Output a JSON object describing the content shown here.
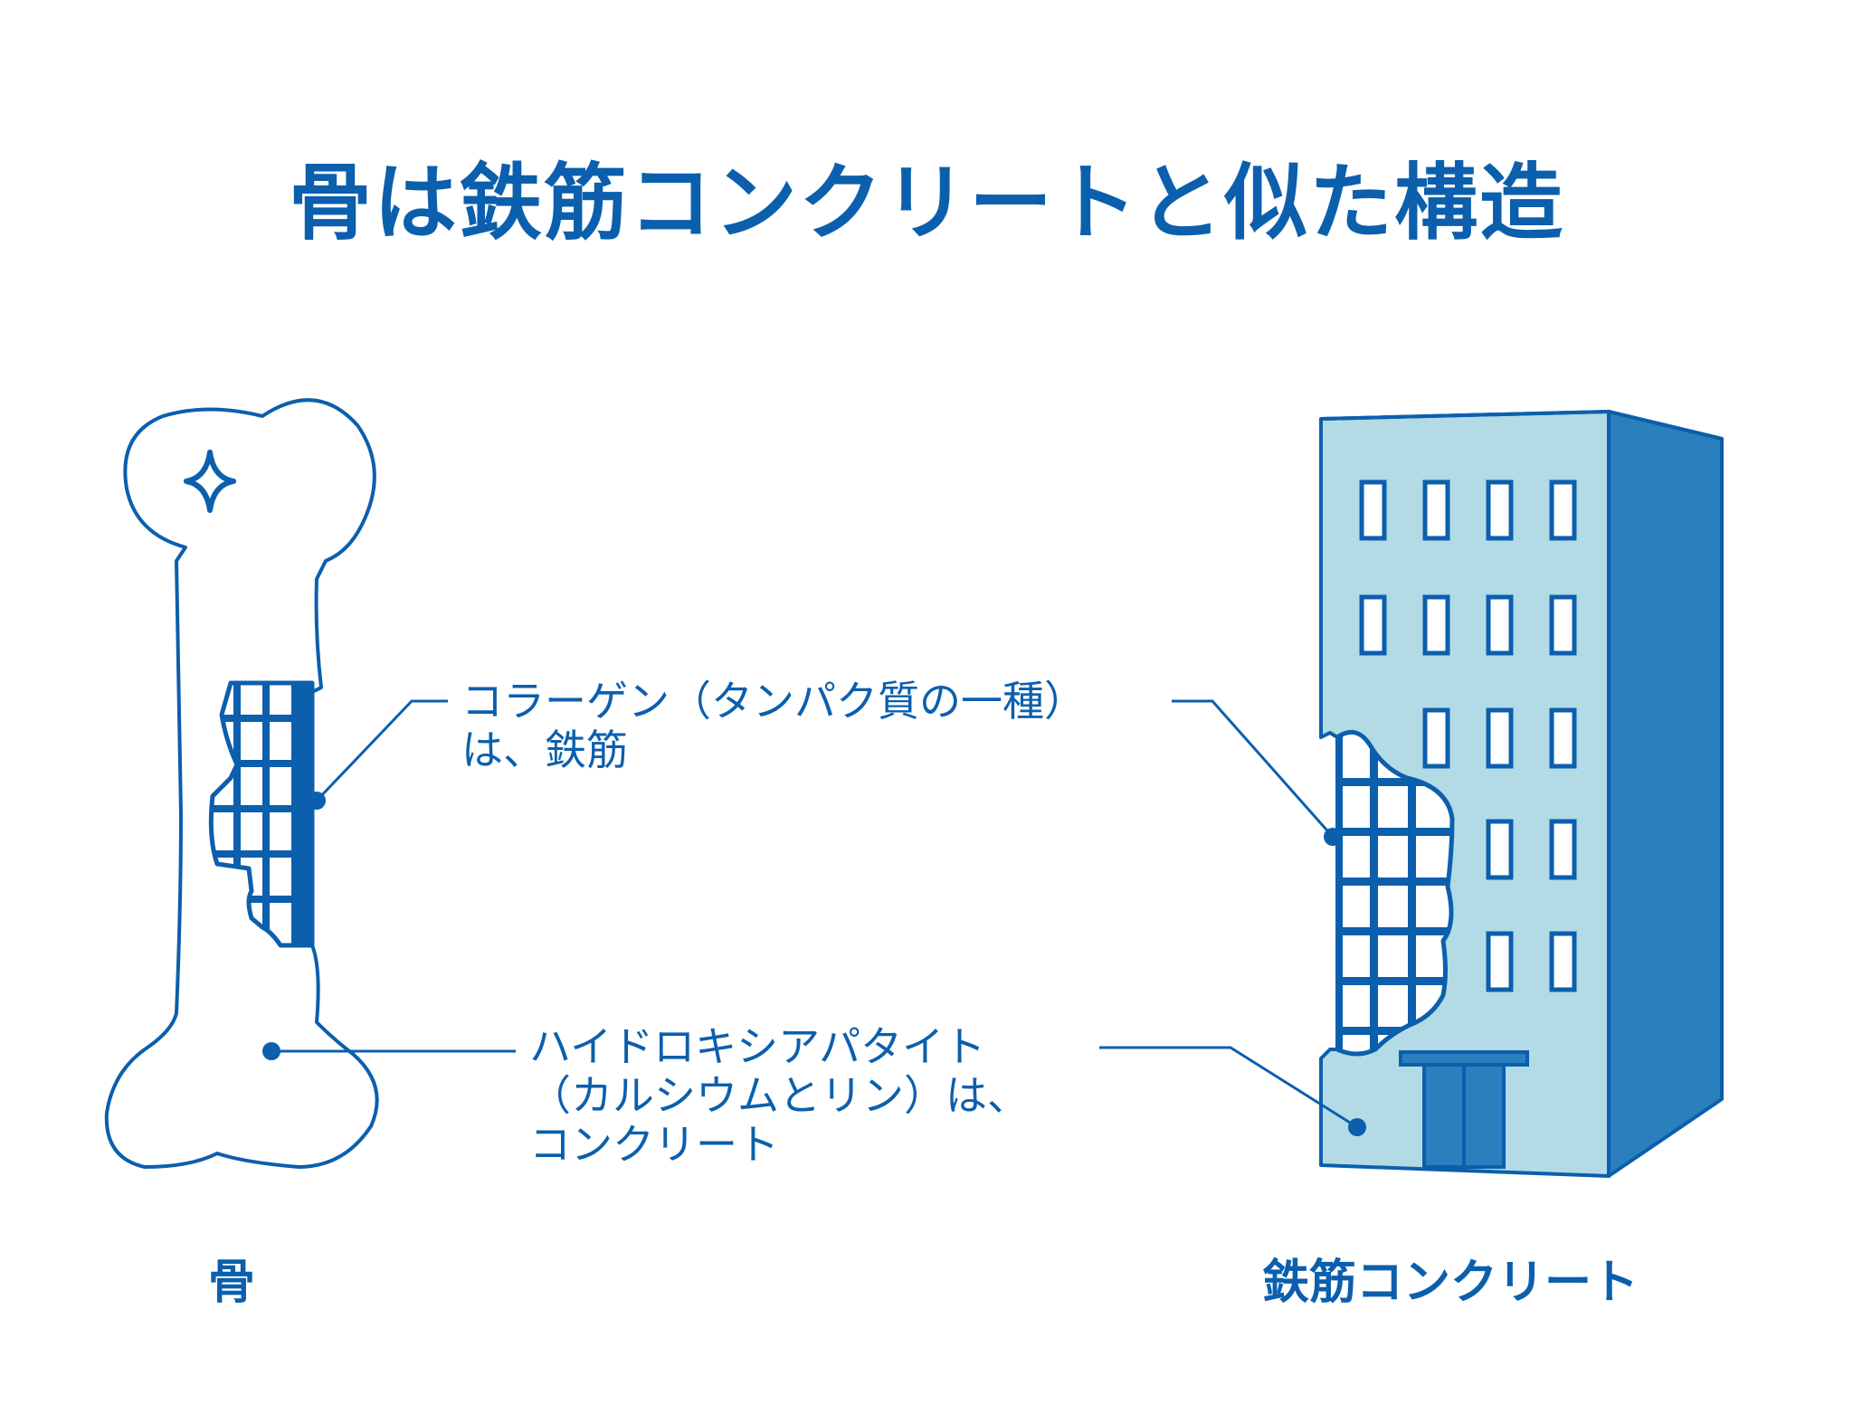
{
  "title": "骨は鉄筋コンクリートと似た構造",
  "labels": {
    "bone": "骨",
    "building": "鉄筋コンクリート"
  },
  "callouts": {
    "collagen_line1": "コラーゲン（タンパク質の一種）",
    "collagen_line2": "は、鉄筋",
    "hydroxyapatite_line1": "ハイドロキシアパタイト",
    "hydroxyapatite_line2": "（カルシウムとリン）は、",
    "hydroxyapatite_line3": "コンクリート"
  },
  "colors": {
    "primary": "#0b5fad",
    "building_front": "#b3dbe6",
    "building_side": "#2a7fbd",
    "background": "#ffffff"
  }
}
